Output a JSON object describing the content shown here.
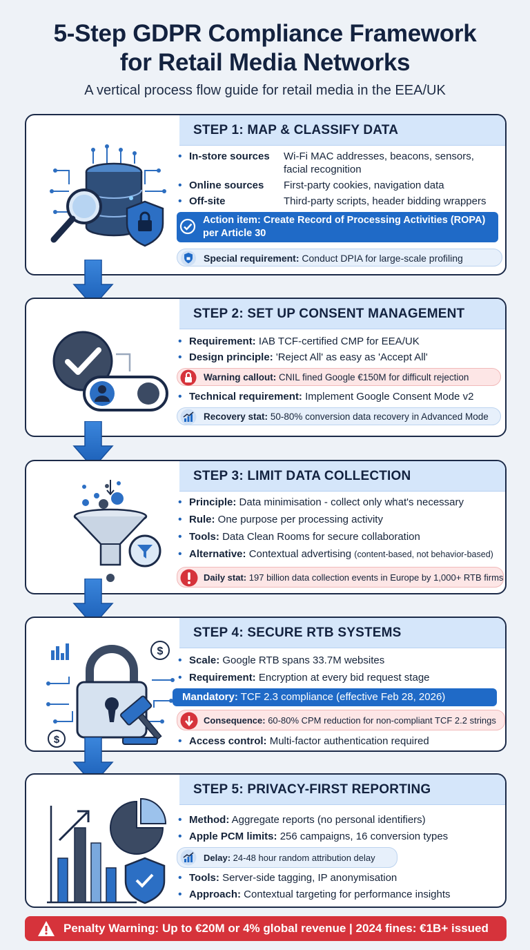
{
  "header": {
    "title_line1": "5-Step GDPR Compliance Framework",
    "title_line2": "for Retail Media Networks",
    "subtitle": "A vertical process flow guide for retail media in the EEA/UK"
  },
  "colors": {
    "accent_blue": "#1f6ac7",
    "header_blue": "#d5e6fa",
    "warning_red": "#d6333b",
    "navy": "#13223f"
  },
  "steps": [
    {
      "title": "STEP 1: MAP & CLASSIFY DATA",
      "icon": "database-magnifier-shield-icon",
      "sources": [
        {
          "label": "In-store sources",
          "value": "Wi-Fi MAC addresses, beacons, sensors, facial recognition"
        },
        {
          "label": "Online sources",
          "value": "First-party cookies, navigation data"
        },
        {
          "label": "Off-site",
          "value": "Third-party scripts, header bidding wrappers"
        }
      ],
      "action": "Action item: Create Record of Processing Activities (ROPA) per Article 30",
      "special_label": "Special requirement:",
      "special_value": "Conduct DPIA for large-scale profiling"
    },
    {
      "title": "STEP 2: SET UP CONSENT MANAGEMENT",
      "icon": "checkmark-toggle-icon",
      "req_label": "Requirement:",
      "req_value": "IAB TCF-certified CMP for EEA/UK",
      "design_label": "Design principle:",
      "design_value": "'Reject All' as easy as 'Accept All'",
      "warning_label": "Warning callout:",
      "warning_value": "CNIL fined Google €150M for difficult rejection",
      "tech_label": "Technical requirement:",
      "tech_value": "Implement Google Consent Mode v2",
      "recovery_label": "Recovery stat:",
      "recovery_value": "50-80% conversion data recovery in Advanced Mode"
    },
    {
      "title": "STEP 3: LIMIT DATA COLLECTION",
      "icon": "funnel-filter-icon",
      "principle_label": "Principle:",
      "principle_value": "Data minimisation - collect only what's necessary",
      "rule_label": "Rule:",
      "rule_value": "One purpose per processing activity",
      "tools_label": "Tools:",
      "tools_value": "Data Clean Rooms for secure collaboration",
      "alt_label": "Alternative:",
      "alt_value": "Contextual advertising",
      "alt_note": "(content-based, not behavior-based)",
      "daily_label": "Daily stat:",
      "daily_value": "197 billion data collection events in Europe by 1,000+ RTB firms"
    },
    {
      "title": "STEP 4: SECURE RTB SYSTEMS",
      "icon": "padlock-gavel-icon",
      "scale_label": "Scale:",
      "scale_value": "Google RTB spans 33.7M websites",
      "req_label": "Requirement:",
      "req_value": "Encryption at every bid request stage",
      "mandatory_label": "Mandatory:",
      "mandatory_value": "TCF 2.3 compliance (effective Feb 28, 2026)",
      "consequence_label": "Consequence:",
      "consequence_value": "60-80% CPM reduction for non-compliant TCF 2.2 strings",
      "access_label": "Access control:",
      "access_value": "Multi-factor authentication required"
    },
    {
      "title": "STEP 5: PRIVACY-FIRST REPORTING",
      "icon": "chart-shield-icon",
      "method_label": "Method:",
      "method_value": "Aggregate reports (no personal identifiers)",
      "apple_label": "Apple PCM limits:",
      "apple_value": "256 campaigns, 16 conversion types",
      "delay_label": "Delay:",
      "delay_value": "24-48 hour random attribution delay",
      "tools_label": "Tools:",
      "tools_value": "Server-side tagging, IP anonymisation",
      "approach_label": "Approach:",
      "approach_value": "Contextual targeting for performance insights"
    }
  ],
  "penalty": "Penalty Warning: Up to €20M or 4% global revenue | 2024 fines: €1B+ issued"
}
